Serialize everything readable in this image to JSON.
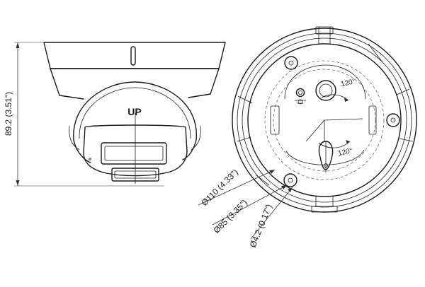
{
  "side_view": {
    "height_label": "89.2 (3.51\")",
    "up_mark": "UP"
  },
  "bottom_view": {
    "angle_top": "120°",
    "angle_bottom": "120°",
    "dia_outer": "Ø110 (4.33\")",
    "dia_holes": "Ø85 (3.35\")",
    "dia_screw": "Ø4.2 (0.17\")"
  }
}
